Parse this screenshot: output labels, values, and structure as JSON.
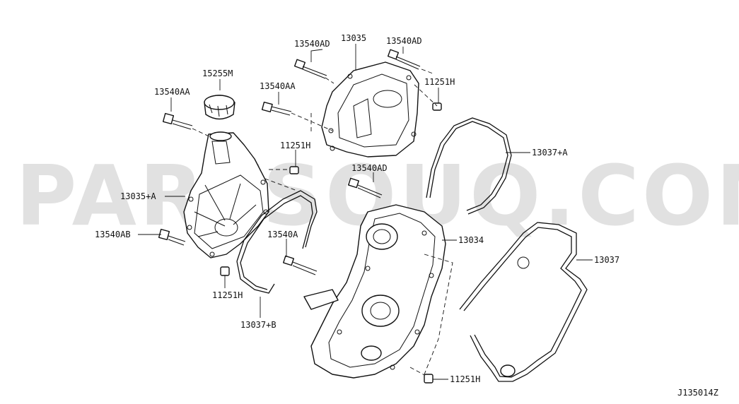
{
  "watermark": "PARTSOUQ.COM",
  "diagram_code": "J135014Z",
  "labels": {
    "bolt_ad_top_left": "13540AD",
    "cover_top": "13035",
    "bolt_ad_top_right": "13540AD",
    "cap": "15255M",
    "bolt_aa_left": "13540AA",
    "bolt_aa_mid": "13540AA",
    "dowel_top_right": "11251H",
    "gasket_a": "13037+A",
    "dowel_mid": "11251H",
    "bolt_ad_mid": "13540AD",
    "cover_a": "13035+A",
    "bolt_ab": "13540AB",
    "bolt_a": "13540A",
    "front_cover": "13034",
    "gasket": "13037",
    "dowel_left": "11251H",
    "gasket_b": "13037+B",
    "dowel_bottom": "11251H"
  }
}
